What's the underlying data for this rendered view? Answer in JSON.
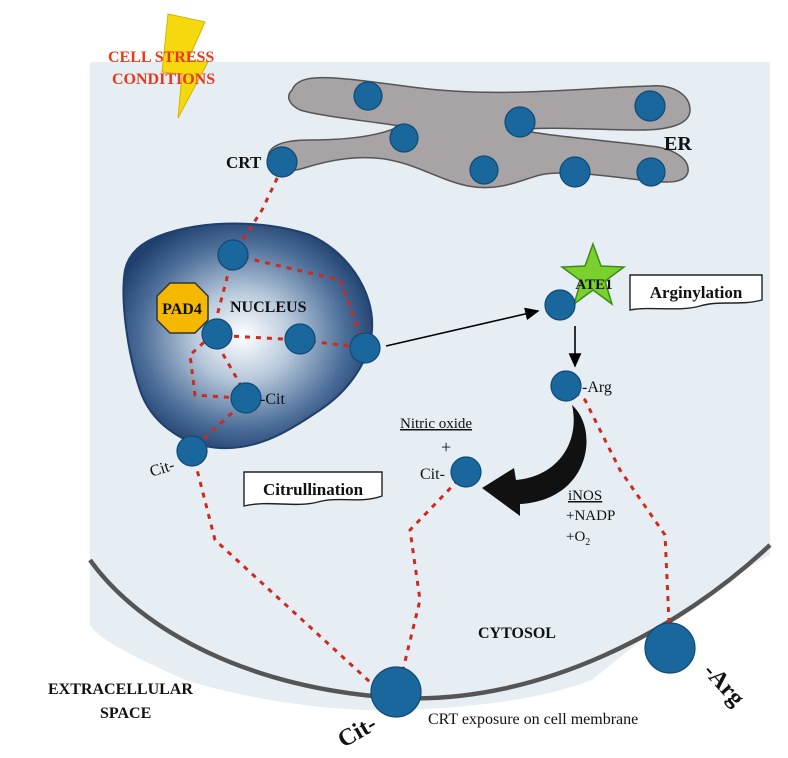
{
  "labels": {
    "stress": [
      "CELL STRESS",
      "CONDITIONS"
    ],
    "er": "ER",
    "crt": "CRT",
    "pad4": "PAD4",
    "nucleus": "NUCLEUS",
    "cit": "-Cit",
    "cit_left": "Cit-",
    "ate1": "ATE1",
    "arginylation": "Arginylation",
    "arg": "-Arg",
    "nitric_oxide": "Nitric oxide",
    "plus": "+",
    "cit_no": "Cit-",
    "inos": "iNOS",
    "nadp": "+NADP",
    "o2_prefix": "+O",
    "o2_sub": "2",
    "citrullination": "Citrullination",
    "cytosol": "CYTOSOL",
    "extracellular": [
      "EXTRACELLULAR",
      "SPACE"
    ],
    "membrane_cit": "Cit-",
    "membrane_arg": "-Arg",
    "crt_exposure": "CRT exposure on cell membrane"
  },
  "colors": {
    "cell": "#e6eef4",
    "membrane": "#555555",
    "er": "#a8a4a6",
    "crt_protein": "#1a679e",
    "dashed_link": "#cc2b1f",
    "stress_text": "#e63a1e",
    "lightning": "#f6d80f",
    "pad4": "#f4b800",
    "ate1": "#7ad12e"
  }
}
